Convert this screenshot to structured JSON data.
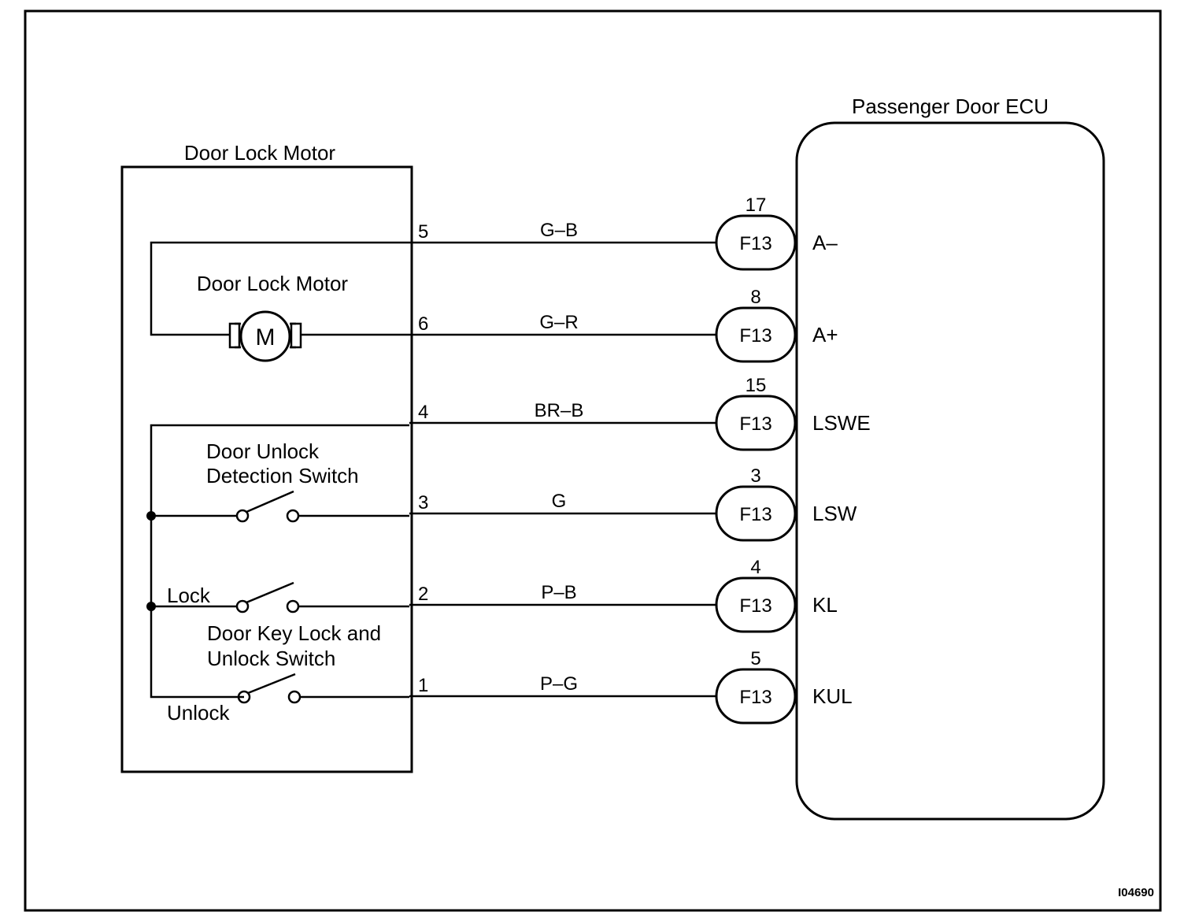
{
  "door_lock_motor": {
    "title": "Door Lock Motor",
    "motor_label": "Door Lock Motor",
    "motor_symbol": "M",
    "unlock_detection_switch_line1": "Door Unlock",
    "unlock_detection_switch_line2": "Detection Switch",
    "key_switch_line1": "Door Key Lock and",
    "key_switch_line2": "Unlock Switch",
    "lock_label": "Lock",
    "unlock_label": "Unlock"
  },
  "ecu": {
    "title": "Passenger Door ECU"
  },
  "wires": [
    {
      "pin": "5",
      "color": "G–B",
      "ecu_pin": "17",
      "connector": "F13",
      "terminal": "A–"
    },
    {
      "pin": "6",
      "color": "G–R",
      "ecu_pin": "8",
      "connector": "F13",
      "terminal": "A+"
    },
    {
      "pin": "4",
      "color": "BR–B",
      "ecu_pin": "15",
      "connector": "F13",
      "terminal": "LSWE"
    },
    {
      "pin": "3",
      "color": "G",
      "ecu_pin": "3",
      "connector": "F13",
      "terminal": "LSW"
    },
    {
      "pin": "2",
      "color": "P–B",
      "ecu_pin": "4",
      "connector": "F13",
      "terminal": "KL"
    },
    {
      "pin": "1",
      "color": "P–G",
      "ecu_pin": "5",
      "connector": "F13",
      "terminal": "KUL"
    }
  ],
  "figure_id": "I04690"
}
